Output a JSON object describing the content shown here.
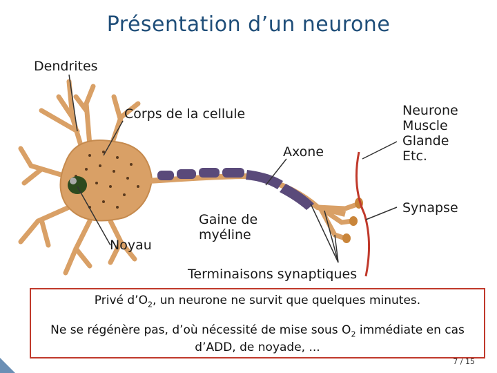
{
  "slide": {
    "title": "Présentation d’un neurone",
    "page_number": "7 / 15"
  },
  "labels": {
    "dendrites": "Dendrites",
    "cell_body": "Corps de la cellule",
    "axon": "Axone",
    "nucleus": "Noyau",
    "myelin_1": "Gaine de",
    "myelin_2": "myéline",
    "targets": [
      "Neurone",
      "Muscle",
      "Glande",
      "Etc."
    ],
    "synapse": "Synapse",
    "terminals": "Terminaisons synaptiques"
  },
  "note": {
    "line1_a": "Privé d’O",
    "line1_sub": "2",
    "line1_b": ", un neurone ne survit que quelques minutes.",
    "line2_a": "Ne se régénère pas, d’où nécessité de mise sous O",
    "line2_sub": "2",
    "line2_b": " immédiate en cas",
    "line3": "d’ADD, de noyade, ..."
  },
  "colors": {
    "title": "#1f4e79",
    "neuron": "#d9a066",
    "myelin": "#5a4a7a",
    "target_membrane": "#c0392b",
    "note_border": "#c0392b"
  }
}
